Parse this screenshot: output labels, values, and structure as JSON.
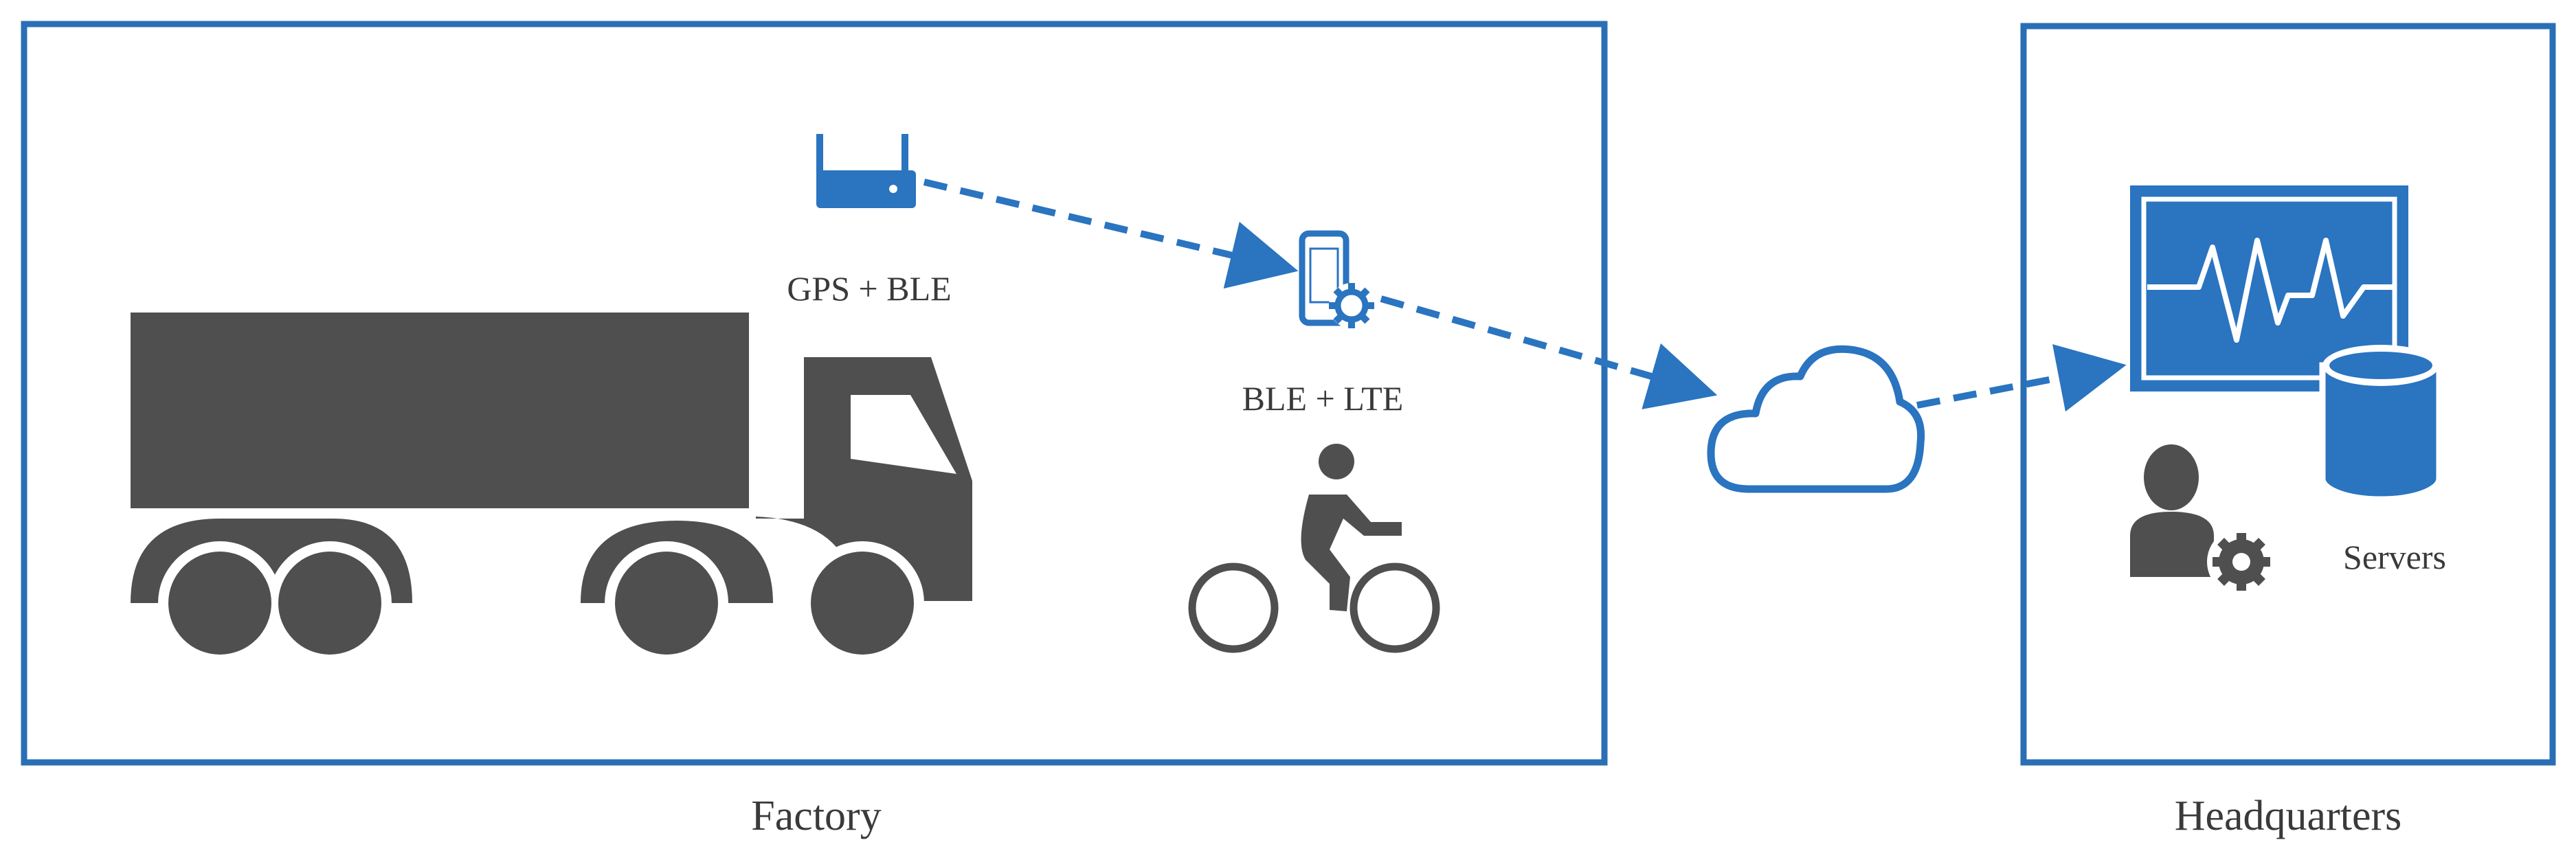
{
  "labels": {
    "gps_ble": "GPS + BLE",
    "ble_lte": "BLE + LTE",
    "servers": "Servers",
    "factory": "Factory",
    "headquarters": "Headquarters"
  },
  "colors": {
    "frame": "#2a6fb6",
    "icon_blue": "#2a74c0",
    "dark_icon": "#4f4f4f",
    "text": "#3a3a3a"
  },
  "icons": [
    "router-icon",
    "smartphone-gear-icon",
    "truck-icon",
    "cyclist-icon",
    "cloud-icon",
    "monitor-heartbeat-icon",
    "database-icon",
    "user-gear-icon"
  ]
}
